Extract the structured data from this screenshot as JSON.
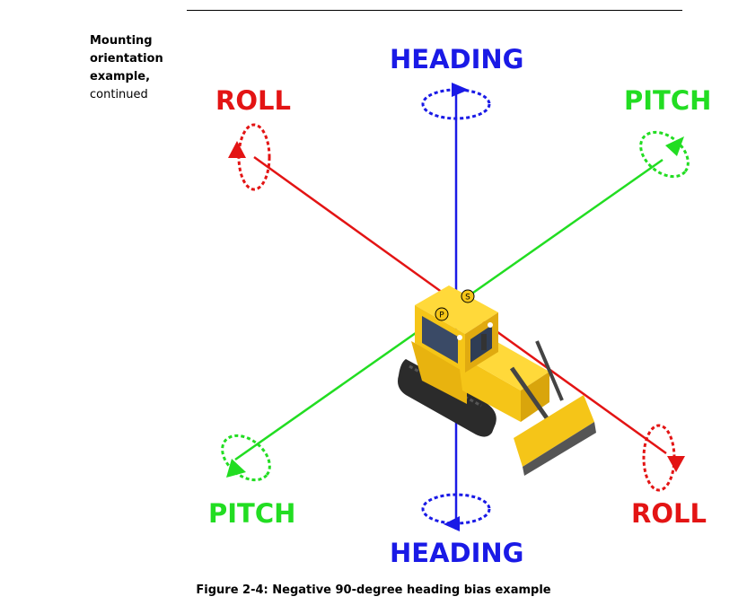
{
  "side_note": {
    "line1": "Mounting",
    "line2": "orientation",
    "line3": "example,",
    "line4": "continued"
  },
  "axis_labels": {
    "heading_top": "HEADING",
    "heading_bottom": "HEADING",
    "roll_top_left": "ROLL",
    "roll_bottom_right": "ROLL",
    "pitch_top_right": "PITCH",
    "pitch_bottom_left": "PITCH"
  },
  "markers": {
    "p": "P",
    "s": "S"
  },
  "caption": "Figure 2-4: Negative 90-degree heading bias example",
  "colors": {
    "heading": "#1a1ae6",
    "roll": "#e31414",
    "pitch": "#22dd22",
    "vehicle_body": "#f5c518",
    "vehicle_dark": "#2b2b2b"
  }
}
